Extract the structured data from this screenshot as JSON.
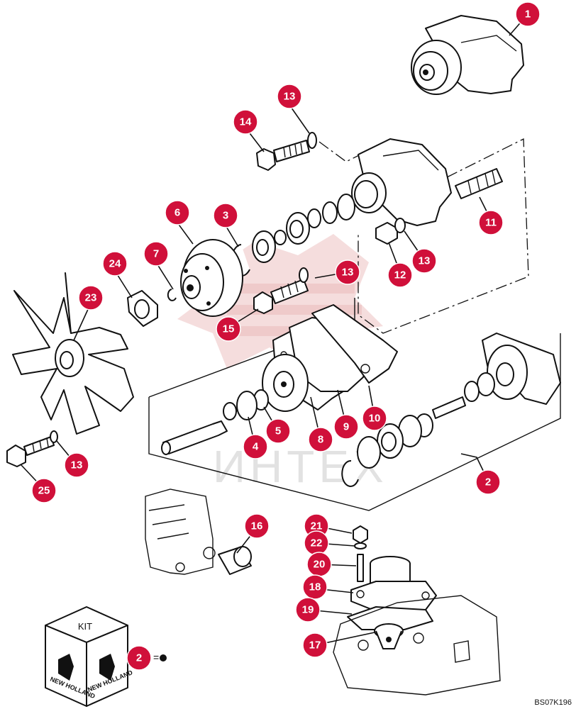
{
  "figure_code": "BS07K196",
  "watermark": "ИНТЕХ",
  "kit": {
    "label": "KIT",
    "brand": "NEW HOLLAND"
  },
  "colors": {
    "callout_fill": "#d0103a",
    "callout_text": "#ffffff",
    "line": "#111111"
  },
  "callouts": [
    {
      "label": "1"
    },
    {
      "label": "13"
    },
    {
      "label": "14"
    },
    {
      "label": "6"
    },
    {
      "label": "3"
    },
    {
      "label": "11"
    },
    {
      "label": "7"
    },
    {
      "label": "24"
    },
    {
      "label": "13"
    },
    {
      "label": "12"
    },
    {
      "label": "13"
    },
    {
      "label": "23"
    },
    {
      "label": "15"
    },
    {
      "label": "8"
    },
    {
      "label": "9"
    },
    {
      "label": "10"
    },
    {
      "label": "5"
    },
    {
      "label": "4"
    },
    {
      "label": "13"
    },
    {
      "label": "2"
    },
    {
      "label": "25"
    },
    {
      "label": "16"
    },
    {
      "label": "21"
    },
    {
      "label": "22"
    },
    {
      "label": "20"
    },
    {
      "label": "18"
    },
    {
      "label": "19"
    },
    {
      "label": "17"
    },
    {
      "label": "2"
    }
  ]
}
